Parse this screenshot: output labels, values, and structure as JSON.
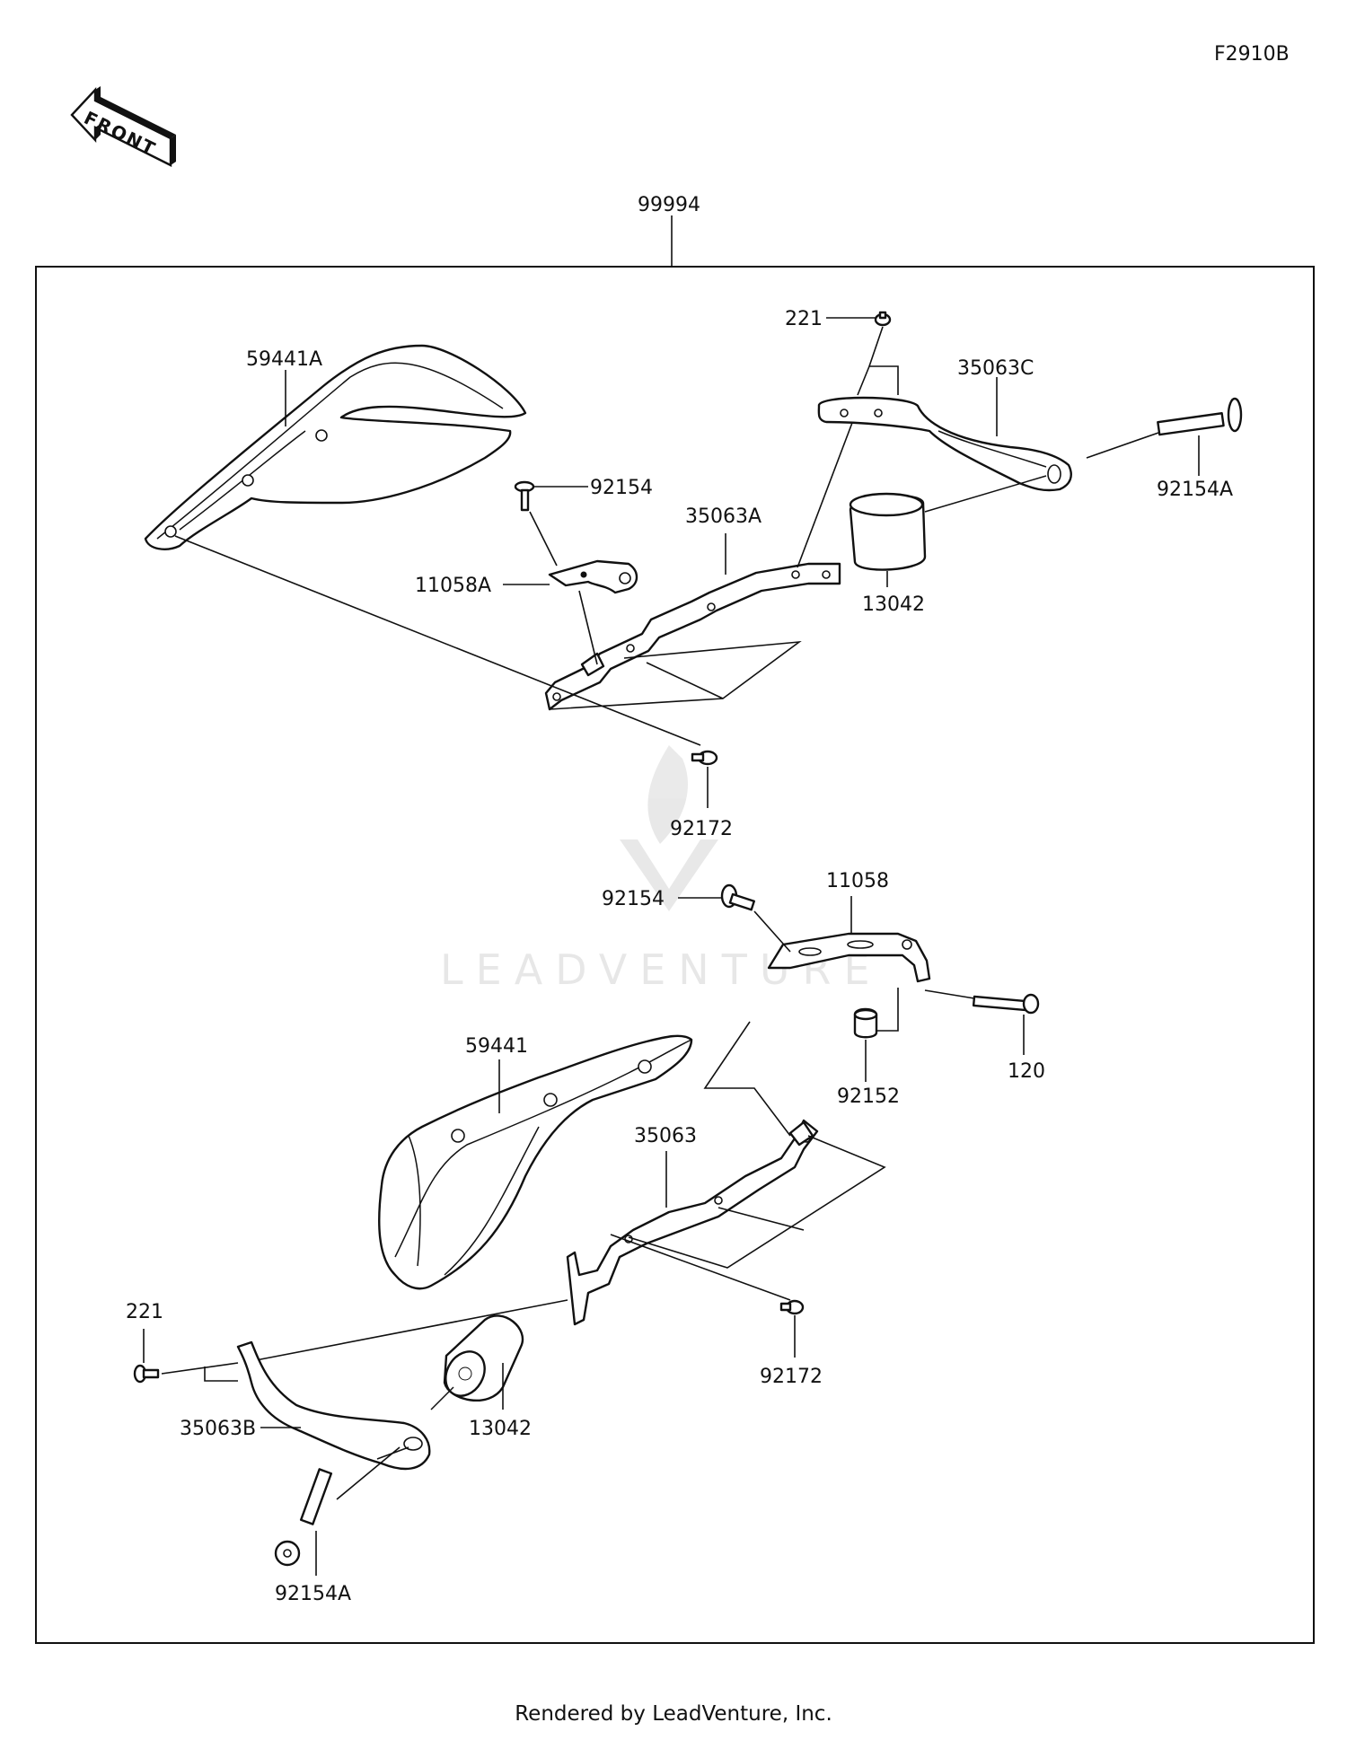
{
  "diagram_ref": "F2910B",
  "front_arrow_label": "FRONT",
  "assembly_label": "99994",
  "watermark": "LEADVENTURE",
  "footer": "Rendered by LeadVenture, Inc.",
  "parts": {
    "p221_top": "221",
    "p35063C": "35063C",
    "p59441A": "59441A",
    "p92154_top": "92154",
    "p35063A": "35063A",
    "p92154A_top": "92154A",
    "p11058A": "11058A",
    "p13042_top": "13042",
    "p92172_top": "92172",
    "p11058": "11058",
    "p92154_bot": "92154",
    "p59441": "59441",
    "p120": "120",
    "p92152": "92152",
    "p35063": "35063",
    "p221_bot": "221",
    "p92172_bot": "92172",
    "p35063B": "35063B",
    "p13042_bot": "13042",
    "p92154A_bot": "92154A"
  }
}
